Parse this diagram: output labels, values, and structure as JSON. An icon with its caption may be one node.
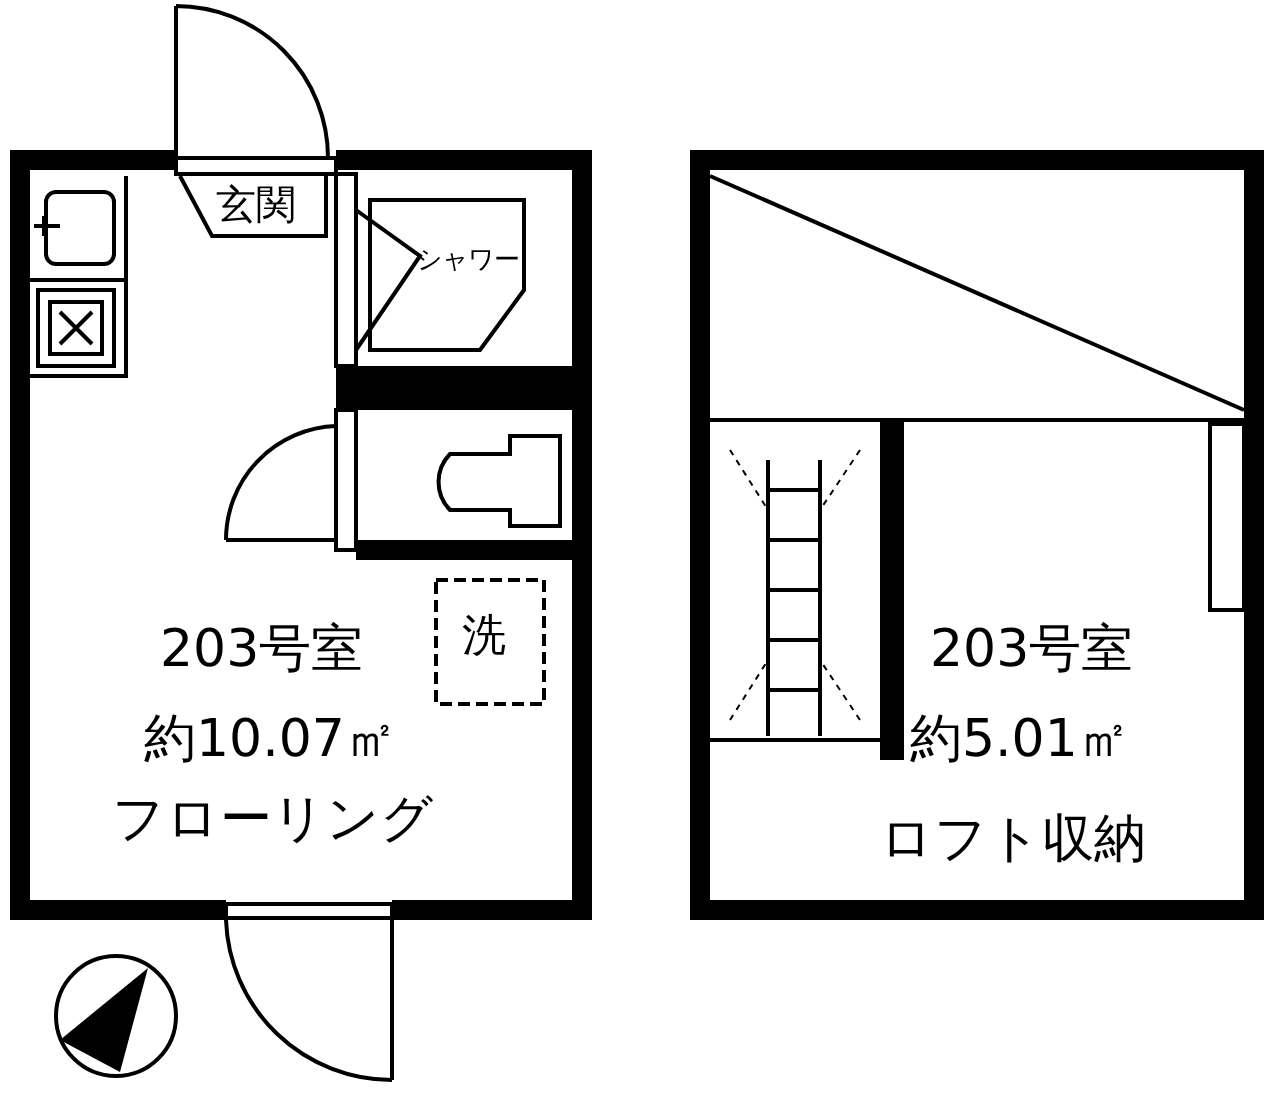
{
  "diagram": {
    "labels": [
      "玄関",
      "シャワー",
      "203号室",
      "洗",
      "約10.07㎡",
      "フローリング",
      "203号室",
      "約5.01㎡",
      "ロフト収納"
    ]
  }
}
